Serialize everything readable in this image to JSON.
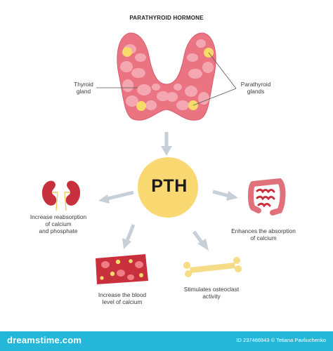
{
  "title": "PARATHYROID HORMONE",
  "labels": {
    "thyroid": [
      "Thyroid",
      "gland"
    ],
    "parathyroid": [
      "Parathyroid",
      "glands"
    ],
    "pth": "PTH",
    "kidney": [
      "Increase reabsorption",
      "of calcium",
      "and phosphate"
    ],
    "intestine": [
      "Enhances the absorption",
      "of calcium"
    ],
    "blood": [
      "Increase the blood",
      "level of calcium"
    ],
    "bone": [
      "Stimulates osteoclast",
      "activity"
    ]
  },
  "footer": {
    "site": "dreamstime.com",
    "credit": "ID 237466943 © Tetiana Pavliuchenko"
  },
  "colors": {
    "thyroid": "#ea7482",
    "thyroid_lobule": "#f5aab3",
    "parathyroid": "#f7da6a",
    "pth_circle": "#f9d871",
    "arrow": "#c7cfd8",
    "footer": "#24b7d9"
  }
}
